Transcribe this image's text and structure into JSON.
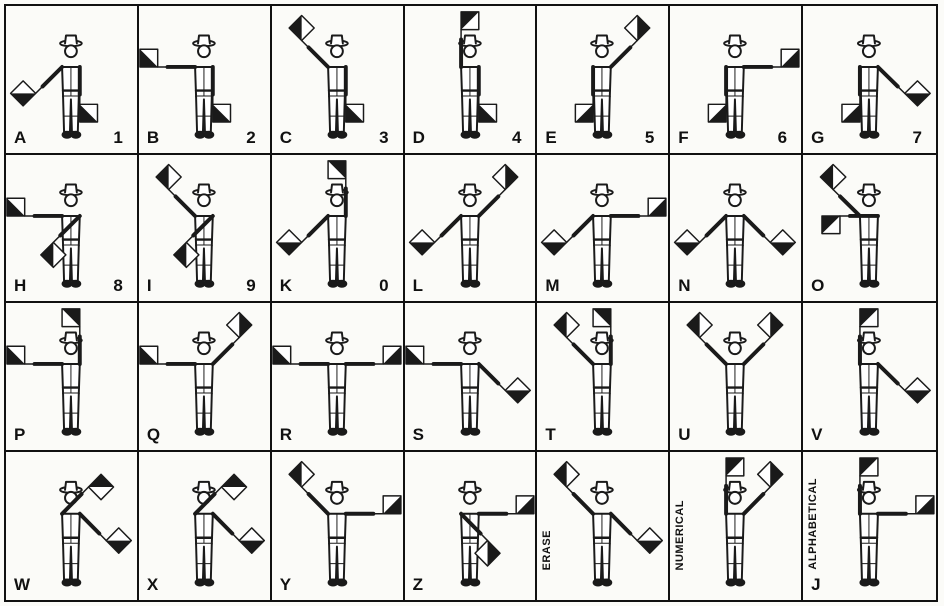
{
  "cells": [
    {
      "letter": "A",
      "number": "1",
      "label": "",
      "arms": [
        225,
        180
      ]
    },
    {
      "letter": "B",
      "number": "2",
      "label": "",
      "arms": [
        270,
        180
      ]
    },
    {
      "letter": "C",
      "number": "3",
      "label": "",
      "arms": [
        315,
        180
      ]
    },
    {
      "letter": "D",
      "number": "4",
      "label": "",
      "arms": [
        0,
        180
      ]
    },
    {
      "letter": "E",
      "number": "5",
      "label": "",
      "arms": [
        180,
        45
      ]
    },
    {
      "letter": "F",
      "number": "6",
      "label": "",
      "arms": [
        180,
        90
      ]
    },
    {
      "letter": "G",
      "number": "7",
      "label": "",
      "arms": [
        180,
        135
      ]
    },
    {
      "letter": "H",
      "number": "8",
      "label": "",
      "arms": [
        270,
        225
      ]
    },
    {
      "letter": "I",
      "number": "9",
      "label": "",
      "arms": [
        315,
        225
      ]
    },
    {
      "letter": "K",
      "number": "0",
      "label": "",
      "arms": [
        225,
        0
      ]
    },
    {
      "letter": "L",
      "number": "",
      "label": "",
      "arms": [
        225,
        45
      ]
    },
    {
      "letter": "M",
      "number": "",
      "label": "",
      "arms": [
        225,
        90
      ]
    },
    {
      "letter": "N",
      "number": "",
      "label": "",
      "arms": [
        225,
        135
      ]
    },
    {
      "letter": "O",
      "number": "",
      "label": "",
      "arms": [
        315,
        270
      ]
    },
    {
      "letter": "P",
      "number": "",
      "label": "",
      "arms": [
        270,
        0
      ]
    },
    {
      "letter": "Q",
      "number": "",
      "label": "",
      "arms": [
        270,
        45
      ]
    },
    {
      "letter": "R",
      "number": "",
      "label": "",
      "arms": [
        270,
        90
      ]
    },
    {
      "letter": "S",
      "number": "",
      "label": "",
      "arms": [
        270,
        135
      ]
    },
    {
      "letter": "T",
      "number": "",
      "label": "",
      "arms": [
        315,
        0
      ]
    },
    {
      "letter": "U",
      "number": "",
      "label": "",
      "arms": [
        315,
        45
      ]
    },
    {
      "letter": "V",
      "number": "",
      "label": "",
      "arms": [
        0,
        135
      ]
    },
    {
      "letter": "W",
      "number": "",
      "label": "",
      "arms": [
        45,
        135
      ]
    },
    {
      "letter": "X",
      "number": "",
      "label": "",
      "arms": [
        45,
        135
      ]
    },
    {
      "letter": "Y",
      "number": "",
      "label": "",
      "arms": [
        315,
        90
      ]
    },
    {
      "letter": "Z",
      "number": "",
      "label": "",
      "arms": [
        135,
        90
      ]
    },
    {
      "letter": "",
      "number": "",
      "label": "ERASE",
      "arms": [
        315,
        135
      ]
    },
    {
      "letter": "",
      "number": "",
      "label": "NUMERICAL",
      "arms": [
        0,
        45
      ]
    },
    {
      "letter": "J",
      "number": "",
      "label": "ALPHABETICAL",
      "arms": [
        0,
        90
      ]
    }
  ]
}
